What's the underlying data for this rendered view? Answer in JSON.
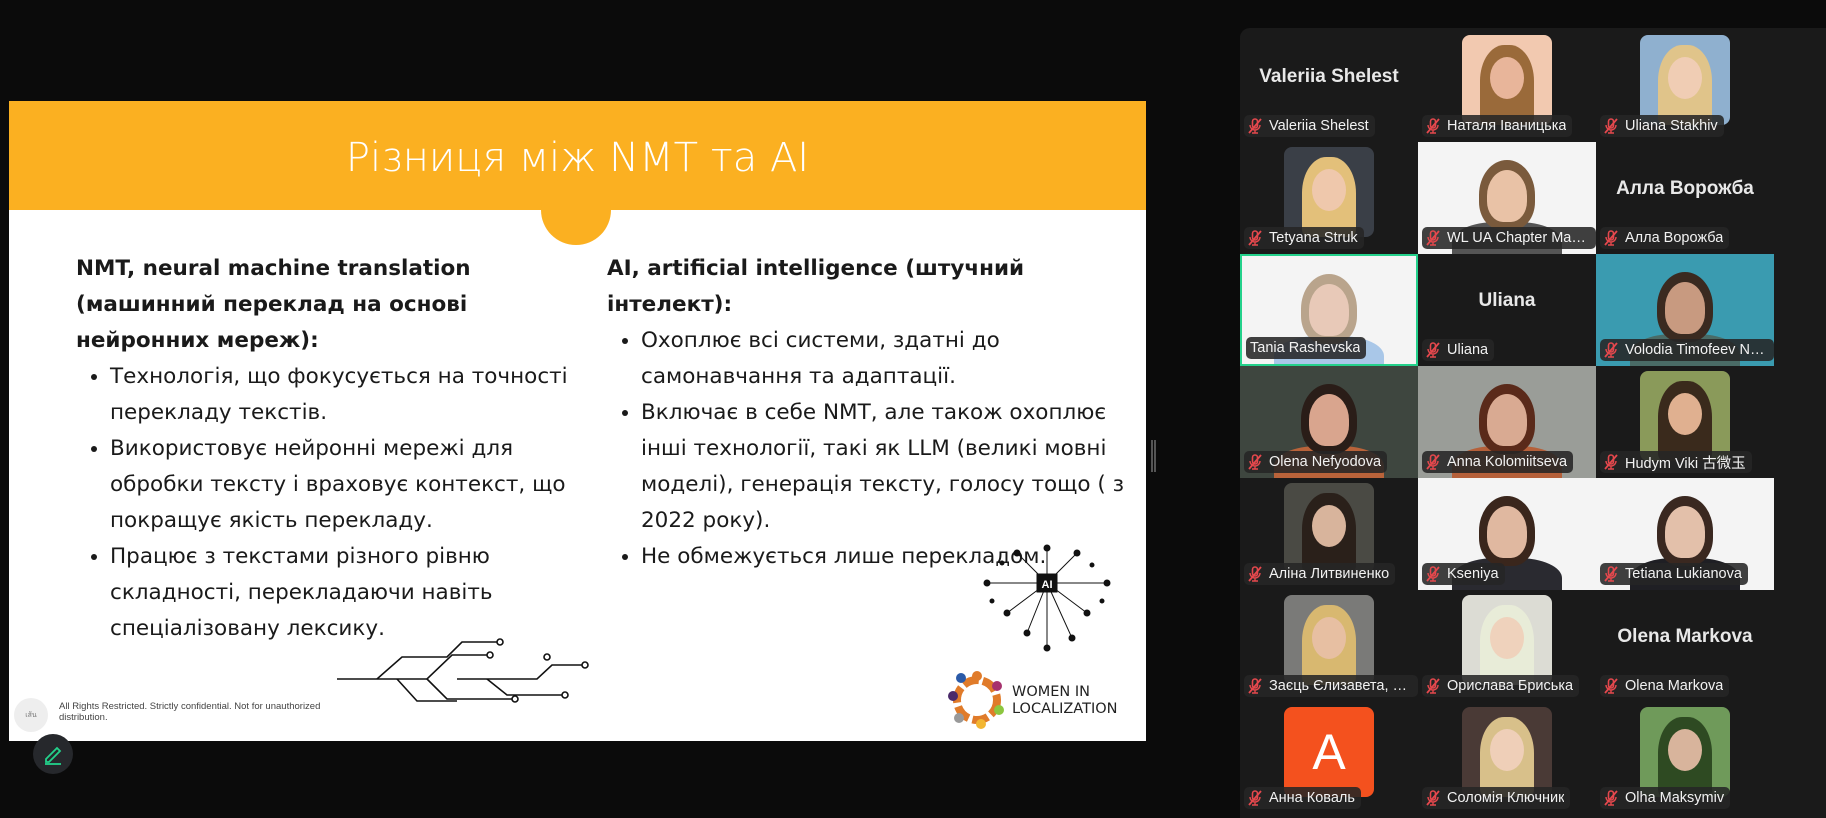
{
  "slide": {
    "title": "Різниця між NMT та AI",
    "left": {
      "heading": "NMT, neural machine translation (машинний переклад на основі нейронних мереж):",
      "bullets": [
        "Технологія, що фокусується на точності перекладу текстів.",
        "Використовує нейронні мережі для обробки тексту і враховує контекст, що покращує якість перекладу.",
        "Працює з текстами різного рівню складності, перекладаючи навіть спеціалізовану лексику."
      ]
    },
    "right": {
      "heading": "AI, artificial intelligence (штучний інтелект):",
      "bullets": [
        "Охоплює всі системи, здатні до самонавчання та адаптації.",
        "Включає в себе NMT, але також охоплює інші технології, такі як LLM (великі мовні моделі), генерація тексту, голосу тощо ( з 2022 року).",
        "Не обмежується лише перекладом."
      ]
    },
    "ai_chip_label": "AI",
    "logo_text_1": "WOMEN IN",
    "logo_text_2": "LOCALIZATION",
    "footer": "All Rights Restricted. Strictly confidential. Not for unauthorized distribution.",
    "footer_logo": "เส้น",
    "accent": "#fbb021"
  },
  "participants": [
    {
      "name": "Valeriia Shelest",
      "kind": "name",
      "muted": true
    },
    {
      "name": "Наталя Іваницька",
      "kind": "photo",
      "muted": true,
      "bg": "#f2c9b0",
      "hair": "#9a6a3a",
      "skin": "#e8b59a"
    },
    {
      "name": "Uliana Stakhiv",
      "kind": "photo",
      "muted": true,
      "bg": "#8fb0cf",
      "hair": "#e0c48a",
      "skin": "#f0cdb4"
    },
    {
      "name": "Tetyana Struk",
      "kind": "photo",
      "muted": true,
      "bg": "#3a3f47",
      "hair": "#e3c07a",
      "skin": "#efc8ac"
    },
    {
      "name": "WL UA Chapter Manag...",
      "kind": "video",
      "muted": true,
      "bg": "#f4f4f4",
      "hair": "#7a5a3c",
      "skin": "#e9c2a6",
      "shirt": "#555"
    },
    {
      "name": "Алла Ворожба",
      "kind": "name",
      "muted": true
    },
    {
      "name": "Tania Rashevska",
      "kind": "video",
      "muted": false,
      "highlight": true,
      "bg": "#f4f4f4",
      "hair": "#b9a48c",
      "skin": "#e8c9b8",
      "shirt": "#a9c7e8"
    },
    {
      "name": "Uliana",
      "kind": "name",
      "muted": true
    },
    {
      "name": "Volodia Timofeev NUB",
      "kind": "video",
      "muted": true,
      "bg": "#3a9bb0",
      "hair": "#3a2a20",
      "skin": "#c89a80",
      "shirt": "#4a6b66"
    },
    {
      "name": "Olena Nefyodova",
      "kind": "video",
      "muted": true,
      "bg": "#3e463f",
      "hair": "#2a1d18",
      "skin": "#d9a58e",
      "shirt": "#b9633a"
    },
    {
      "name": "Anna Kolomiitseva",
      "kind": "video",
      "muted": true,
      "bg": "#9a9d98",
      "hair": "#5a2a1a",
      "skin": "#d9aa92",
      "shirt": "#b5603a"
    },
    {
      "name": "Hudym Viki 古微玉",
      "kind": "photo",
      "muted": true,
      "bg": "#8a9a5a",
      "hair": "#3a2a1c",
      "skin": "#e0b090"
    },
    {
      "name": "Аліна Литвиненко",
      "kind": "photo",
      "muted": true,
      "bg": "#4a4a44",
      "hair": "#2a201a",
      "skin": "#d8b49c"
    },
    {
      "name": "Kseniya",
      "kind": "video",
      "muted": true,
      "bg": "#f4f4f4",
      "hair": "#3a261c",
      "skin": "#e0b8a0",
      "shirt": "#2a2a30"
    },
    {
      "name": "Tetiana Lukianova",
      "kind": "video",
      "muted": true,
      "bg": "#f4f4f4",
      "hair": "#3a2820",
      "skin": "#e3c0aa",
      "shirt": "#1f1f24"
    },
    {
      "name": "Заєць Єлизавета, PM...",
      "kind": "photo",
      "muted": true,
      "bg": "#7a7a78",
      "hair": "#d8b870",
      "skin": "#e7bfa2"
    },
    {
      "name": "Орислава Бриська",
      "kind": "photo",
      "muted": true,
      "bg": "#dcdcd4",
      "hair": "#e8ecd8",
      "skin": "#efd2bc"
    },
    {
      "name": "Olena Markova",
      "kind": "name",
      "muted": true
    },
    {
      "name": "Анна Коваль",
      "kind": "letter",
      "letter": "A",
      "muted": true,
      "bg": "#f4511e"
    },
    {
      "name": "Соломія Ключник",
      "kind": "photo",
      "muted": true,
      "bg": "#4a3a36",
      "hair": "#d8c08a",
      "skin": "#efcfb8"
    },
    {
      "name": "Olha Maksymiv",
      "kind": "photo",
      "muted": true,
      "bg": "#6f9a5a",
      "hair": "#2e4a22",
      "skin": "#d8b49c"
    }
  ]
}
